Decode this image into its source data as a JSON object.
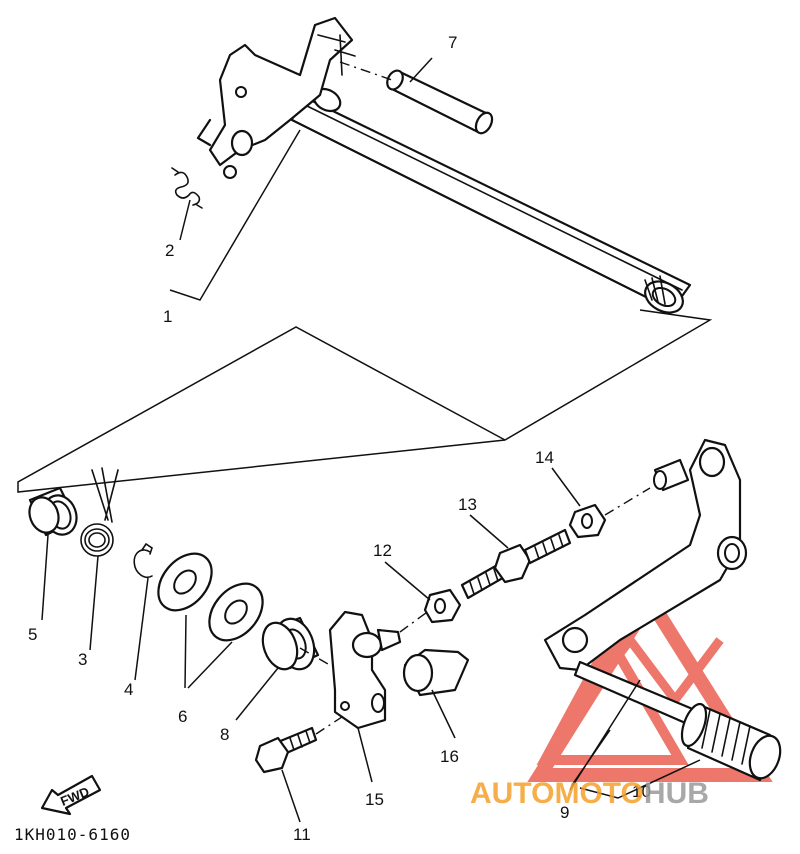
{
  "diagram": {
    "drawing_code": "1KH010-6160",
    "fwd_label": "FWD",
    "callouts": [
      {
        "id": "c1",
        "label": "1"
      },
      {
        "id": "c2",
        "label": "2"
      },
      {
        "id": "c3",
        "label": "3"
      },
      {
        "id": "c4",
        "label": "4"
      },
      {
        "id": "c5",
        "label": "5"
      },
      {
        "id": "c6",
        "label": "6"
      },
      {
        "id": "c7",
        "label": "7"
      },
      {
        "id": "c8",
        "label": "8"
      },
      {
        "id": "c9",
        "label": "9"
      },
      {
        "id": "c10",
        "label": "10"
      },
      {
        "id": "c11",
        "label": "11"
      },
      {
        "id": "c12",
        "label": "12"
      },
      {
        "id": "c13",
        "label": "13"
      },
      {
        "id": "c14",
        "label": "14"
      },
      {
        "id": "c15",
        "label": "15"
      },
      {
        "id": "c16",
        "label": "16"
      }
    ]
  },
  "watermark": {
    "brand_part_1": "AUTO",
    "brand_part_2": "MOTO",
    "brand_part_3": "HUB",
    "color_orange": "#f4a12a",
    "color_red": "#e84a3a",
    "color_gray": "#9a9a9a"
  }
}
